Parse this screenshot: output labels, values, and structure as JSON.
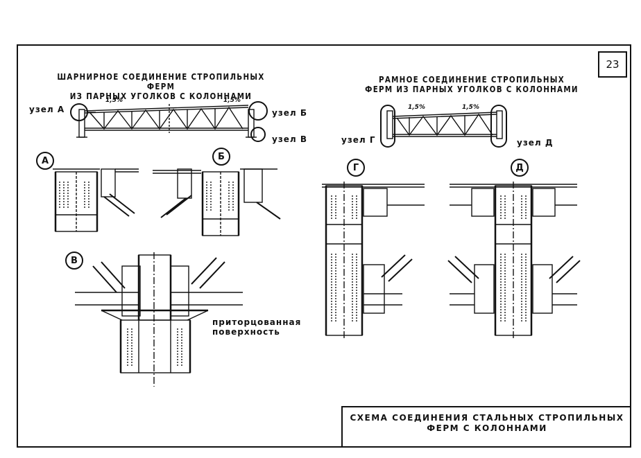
{
  "page_number": "23",
  "left_title": "ШАРНИРНОЕ СОЕДИНЕНИЕ СТРОПИЛЬНЫХ ФЕРМ\nИЗ ПАРНЫХ УГОЛКОВ С КОЛОННАМИ",
  "right_title": "РАМНОЕ СОЕДИНЕНИЕ СТРОПИЛЬНЫХ\nФЕРМ ИЗ ПАРНЫХ УГОЛКОВ С КОЛОННАМИ",
  "node_labels": {
    "a": "узел А",
    "b": "узел Б",
    "v": "узел В",
    "g": "узел Г",
    "d": "узел Д"
  },
  "slopes": {
    "left_1": "1,5%",
    "left_2": "1,5%",
    "right_1": "1,5%",
    "right_2": "1,5%"
  },
  "detail_markers": {
    "a": "А",
    "b": "Б",
    "v": "В",
    "g": "Г",
    "d": "Д"
  },
  "note": "приторцованная\nповерхность",
  "title_block": "СХЕМА СОЕДИНЕНИЯ СТАЛЬНЫХ СТРОПИЛЬНЫХ\nФЕРМ С КОЛОННАМИ"
}
